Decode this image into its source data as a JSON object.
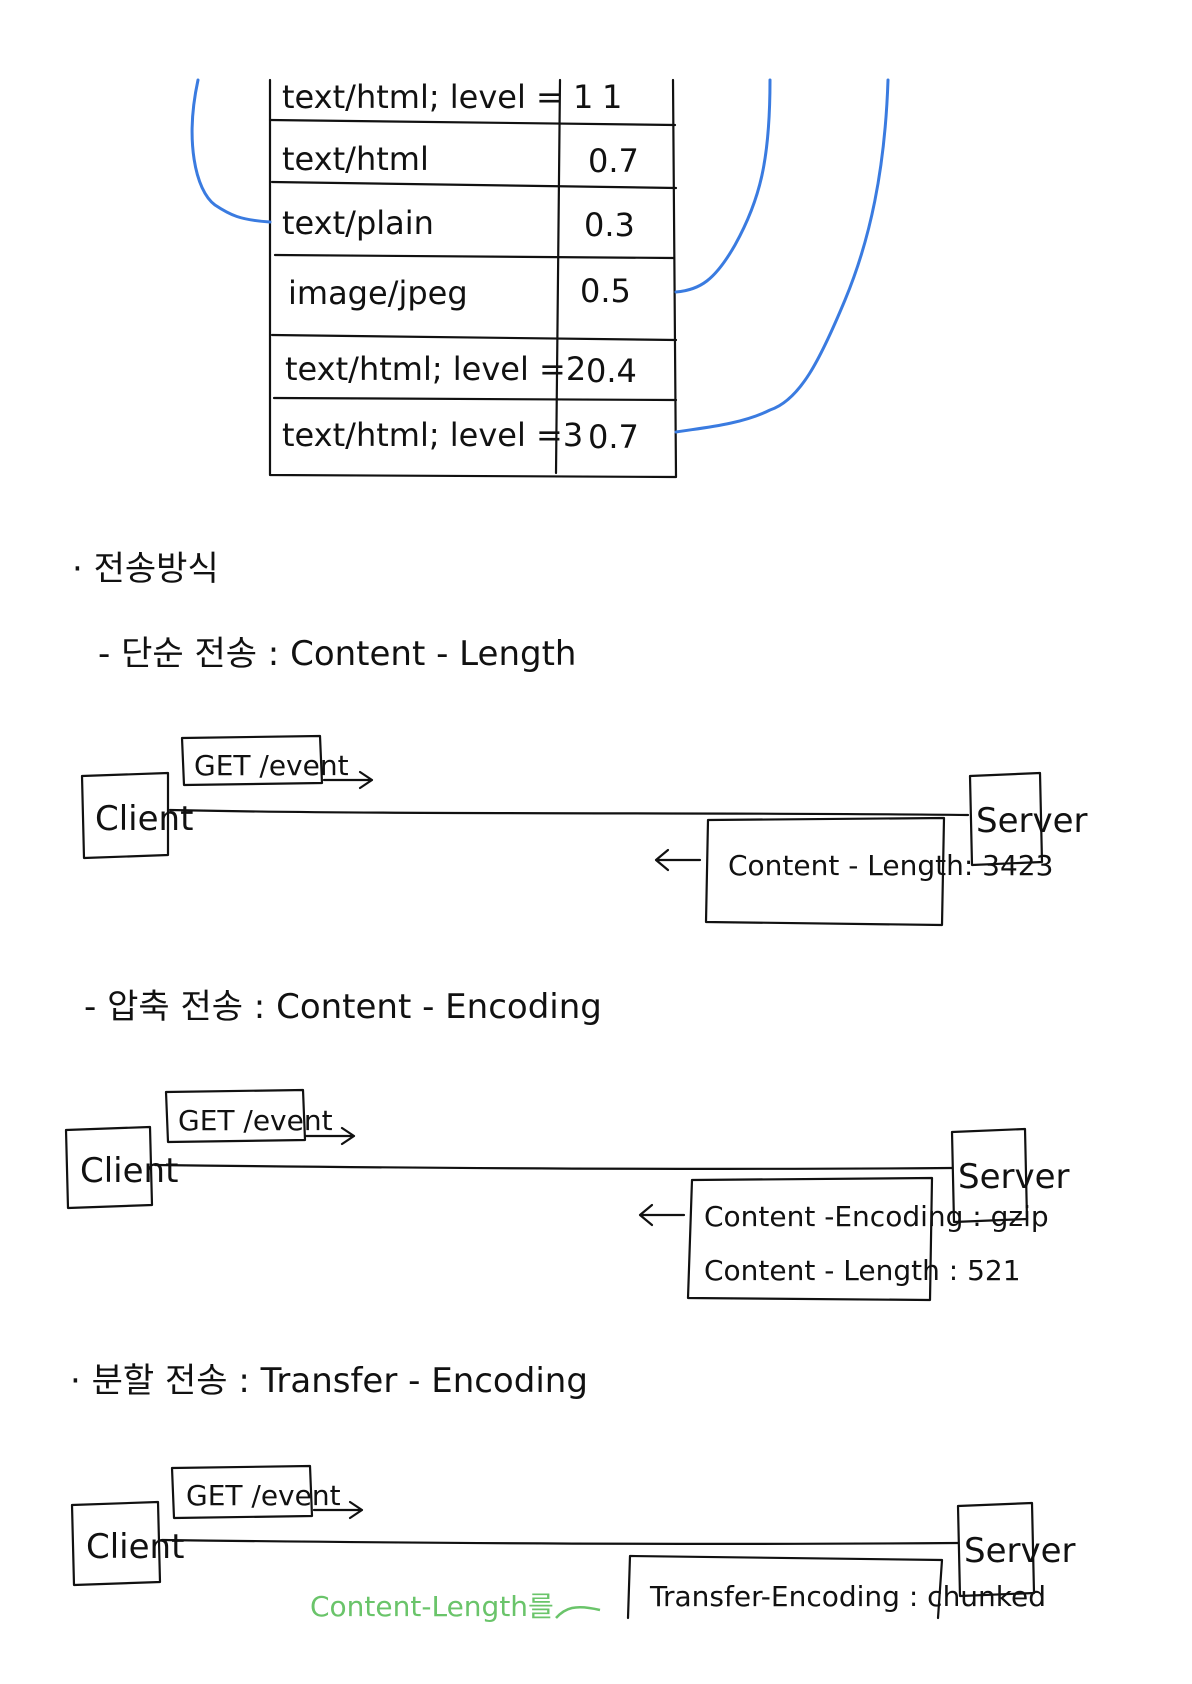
{
  "q_table": {
    "rows": [
      {
        "media_type": "text/html; level = 1",
        "q": "1"
      },
      {
        "media_type": "text/html",
        "q": "0.7"
      },
      {
        "media_type": "text/plain",
        "q": "0.3"
      },
      {
        "media_type": "image/jpeg",
        "q": "0.5"
      },
      {
        "media_type": "text/html; level =2",
        "q": "0.4"
      },
      {
        "media_type": "text/html; level =3",
        "q": "0.7"
      }
    ]
  },
  "section_title": "· 전송방식",
  "simple": {
    "heading": "- 단순 전송 :  Content - Length",
    "client": "Client",
    "server": "Server",
    "request": "GET /event",
    "response": [
      "Content - Length: 3423"
    ]
  },
  "compressed": {
    "heading": "- 압축 전송 : Content - Encoding",
    "client": "Client",
    "server": "Server",
    "request": "GET /event",
    "response": [
      "Content -Encoding : gzip",
      "Content - Length : 521"
    ]
  },
  "chunked": {
    "heading": "· 분할 전송 : Transfer - Encoding",
    "client": "Client",
    "server": "Server",
    "request": "GET /event",
    "response": [
      "Transfer-Encoding : chunked"
    ],
    "note": "Content-Length를"
  },
  "colors": {
    "ink": "#111111",
    "blue_annotation": "#3a7be0",
    "green_annotation": "#6ac46a"
  }
}
